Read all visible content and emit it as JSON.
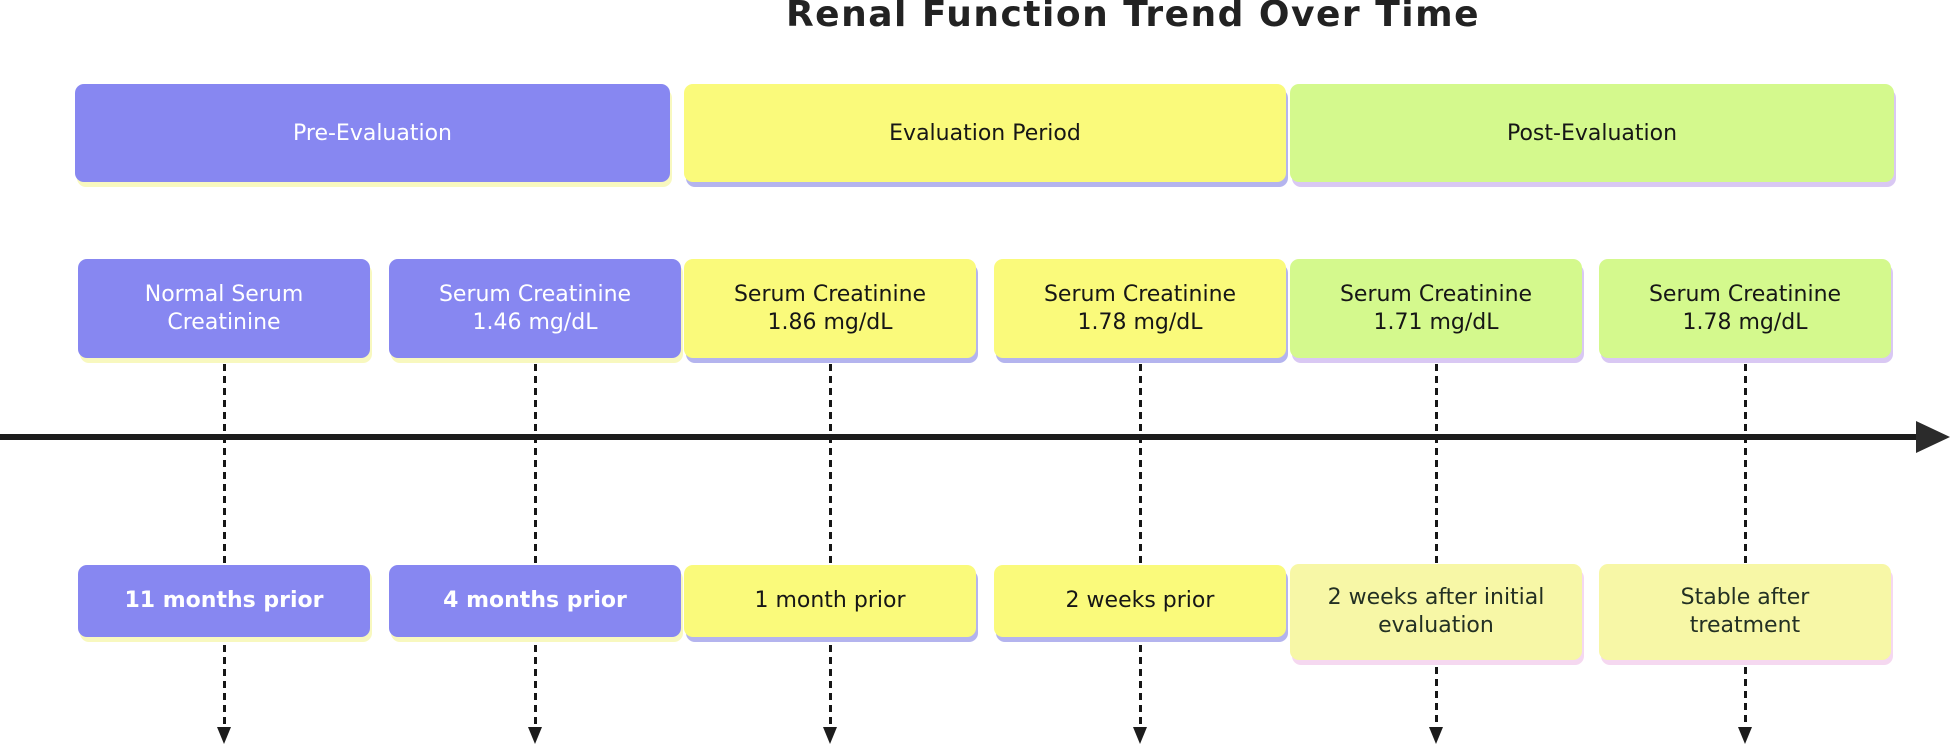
{
  "title": "Renal Function Trend Over Time",
  "phases": [
    {
      "label": "Pre-Evaluation"
    },
    {
      "label": "Evaluation Period"
    },
    {
      "label": "Post-Evaluation"
    }
  ],
  "columns": [
    {
      "event": "Normal Serum\nCreatinine",
      "time_label": "11 months prior"
    },
    {
      "event": "Serum Creatinine\n1.46 mg/dL",
      "time_label": "4 months prior"
    },
    {
      "event": "Serum Creatinine\n1.86 mg/dL",
      "time_label": "1 month prior"
    },
    {
      "event": "Serum Creatinine\n1.78 mg/dL",
      "time_label": "2 weeks prior"
    },
    {
      "event": "Serum Creatinine\n1.71 mg/dL",
      "time_label": "2 weeks after initial\nevaluation"
    },
    {
      "event": "Serum Creatinine\n1.78 mg/dL",
      "time_label": "Stable after\ntreatment"
    }
  ],
  "colors": {
    "pre_fill": "#8787f1",
    "eval_fill": "#fafa7b",
    "post_fill": "#d4f98d",
    "pale_label_fill": "#f7f7a6",
    "shadow_yellow": "#f8f8bf",
    "shadow_lavender": "#b4b4ee",
    "shadow_lilac": "#d9c8f3",
    "shadow_pink": "#f5d8f0",
    "axis": "#1c1c1c",
    "pre_text": "#ffffff",
    "dark_text": "#161616"
  }
}
